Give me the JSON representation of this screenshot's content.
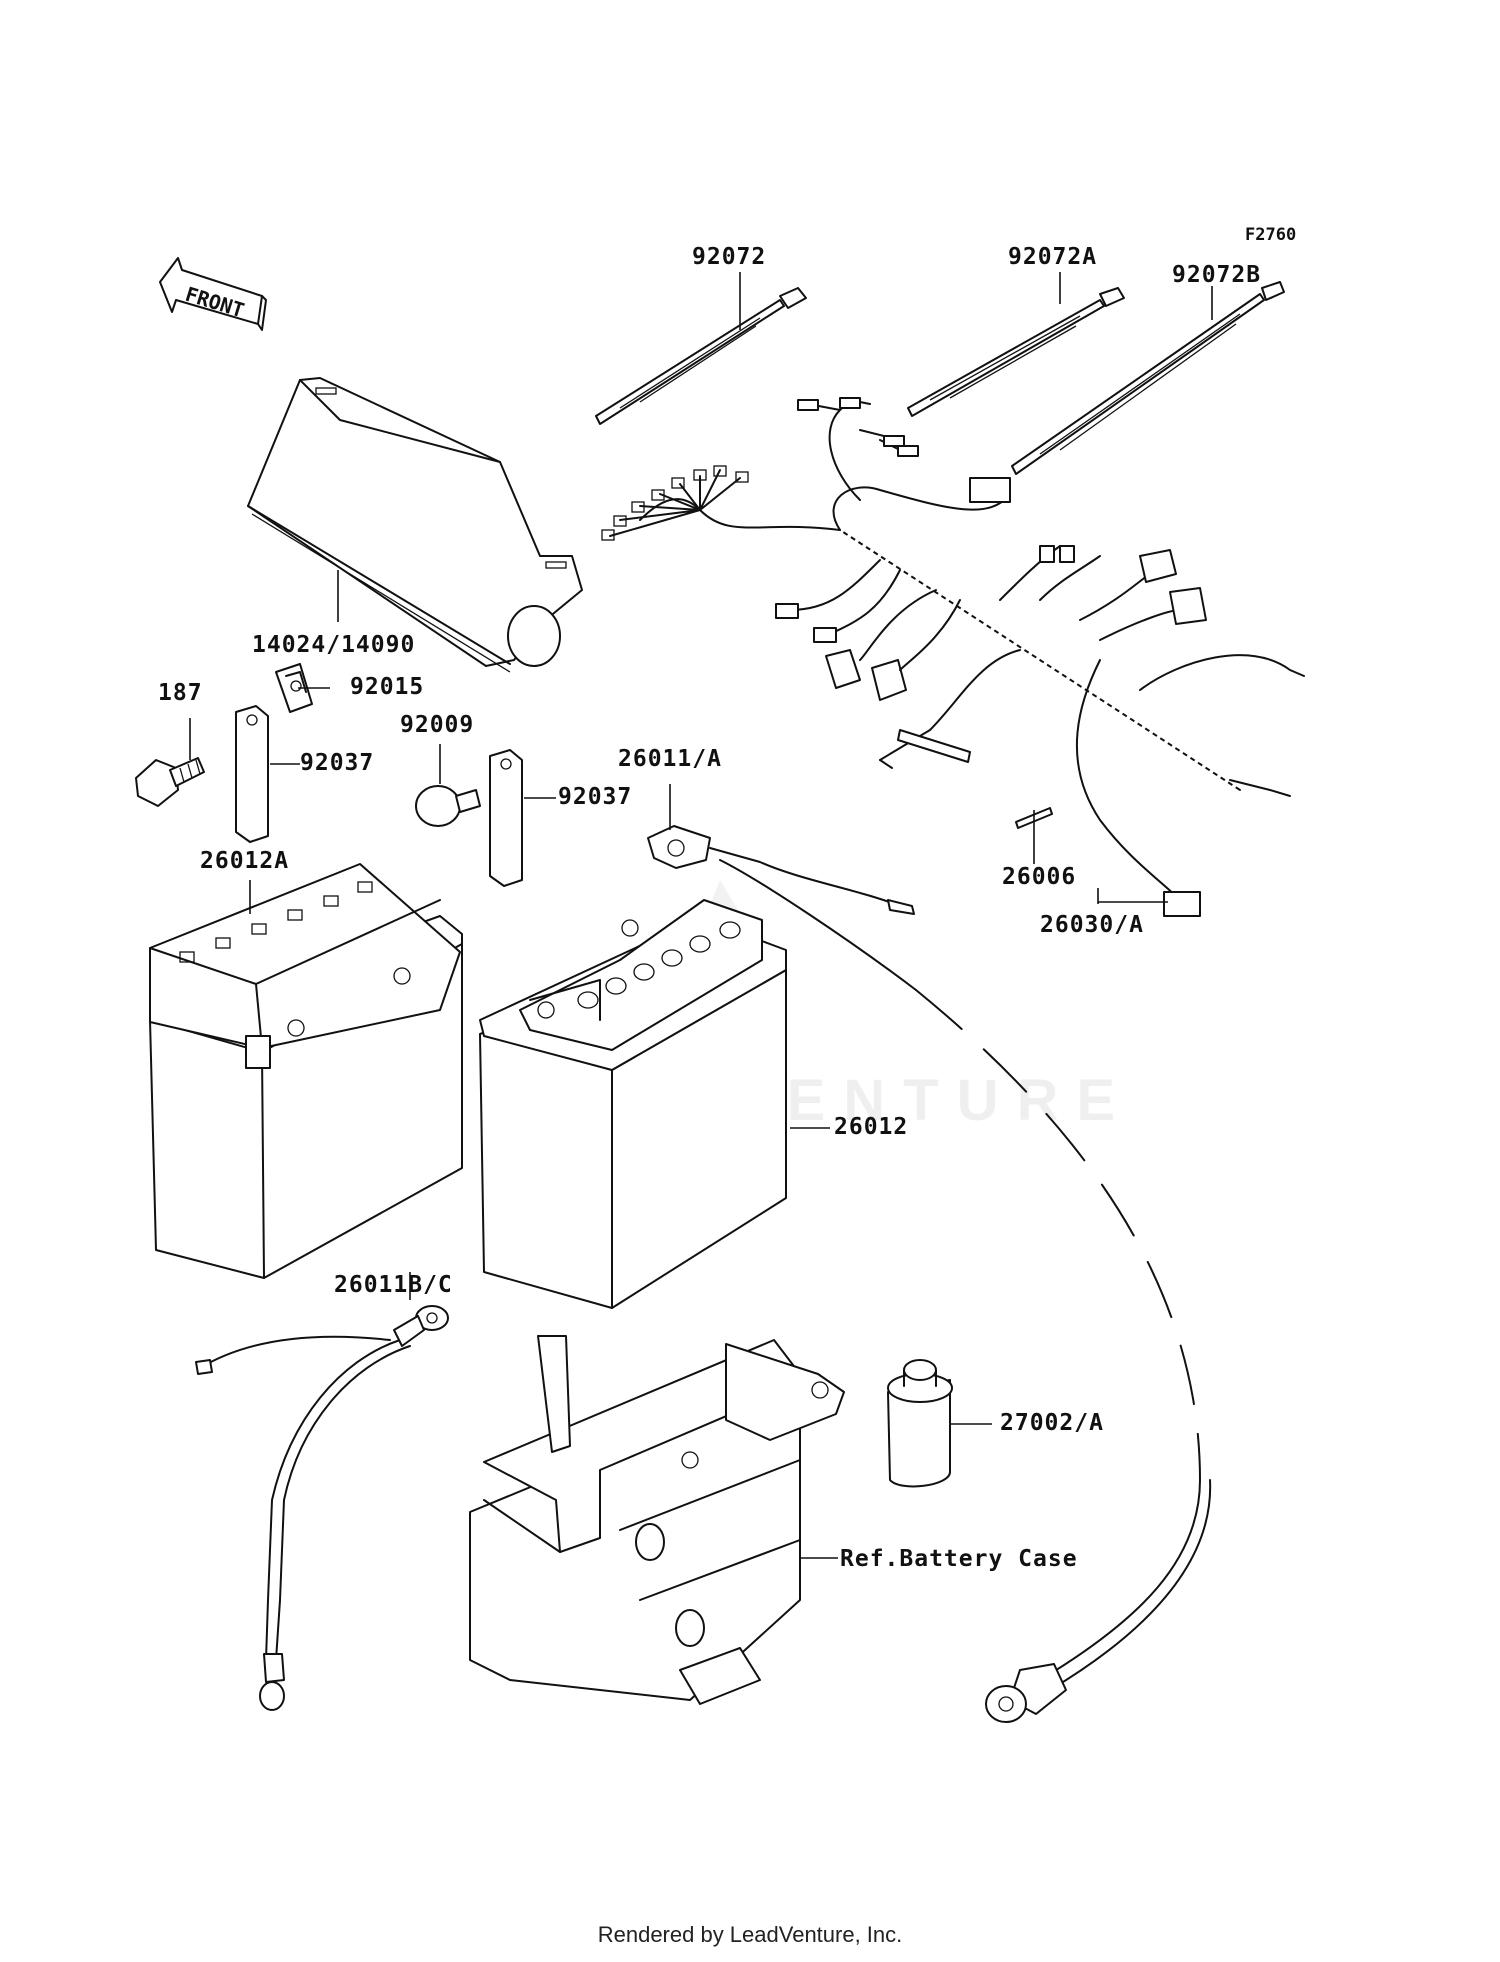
{
  "figure_number": "F2760",
  "front_label": "FRONT",
  "watermark": "LEADVENTURE",
  "footer": "Rendered by LeadVenture, Inc.",
  "labels": {
    "p92072": "92072",
    "p92072A": "92072A",
    "p92072B": "92072B",
    "p14024": "14024/14090",
    "p92015": "92015",
    "p187": "187",
    "p92037a": "92037",
    "p92009": "92009",
    "p92037b": "92037",
    "p26011A": "26011/A",
    "p26006": "26006",
    "p26030A": "26030/A",
    "p26012A": "26012A",
    "p26012": "26012",
    "p26011BC": "26011B/C",
    "p27002A": "27002/A",
    "refBatteryCase": "Ref.Battery Case"
  }
}
